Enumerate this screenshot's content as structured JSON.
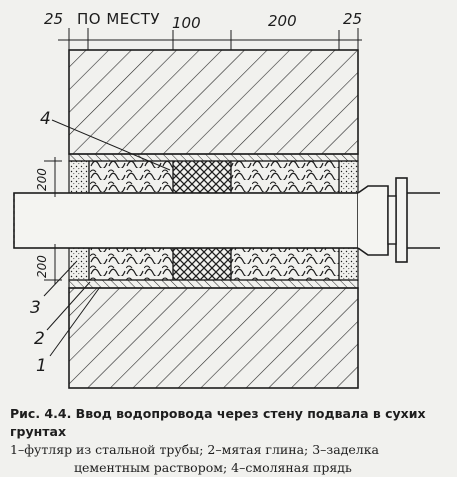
{
  "dimensions": {
    "top_25_left": "25",
    "po_mestu": "ПО МЕСТУ",
    "top_100": "100",
    "top_200": "200",
    "top_25_right": "25",
    "side_200_upper": "200",
    "side_200_lower": "200"
  },
  "callouts": {
    "n4": "4",
    "n3": "3",
    "n2": "2",
    "n1": "1"
  },
  "caption": {
    "title": "Рис. 4.4. Ввод водопровода через стену подвала в сухих грунтах",
    "legend_line1": "1–футляр из стальной трубы; 2–мятая глина; 3–заделка",
    "legend_line2": "цементным раствором; 4–смоляная прядь"
  }
}
